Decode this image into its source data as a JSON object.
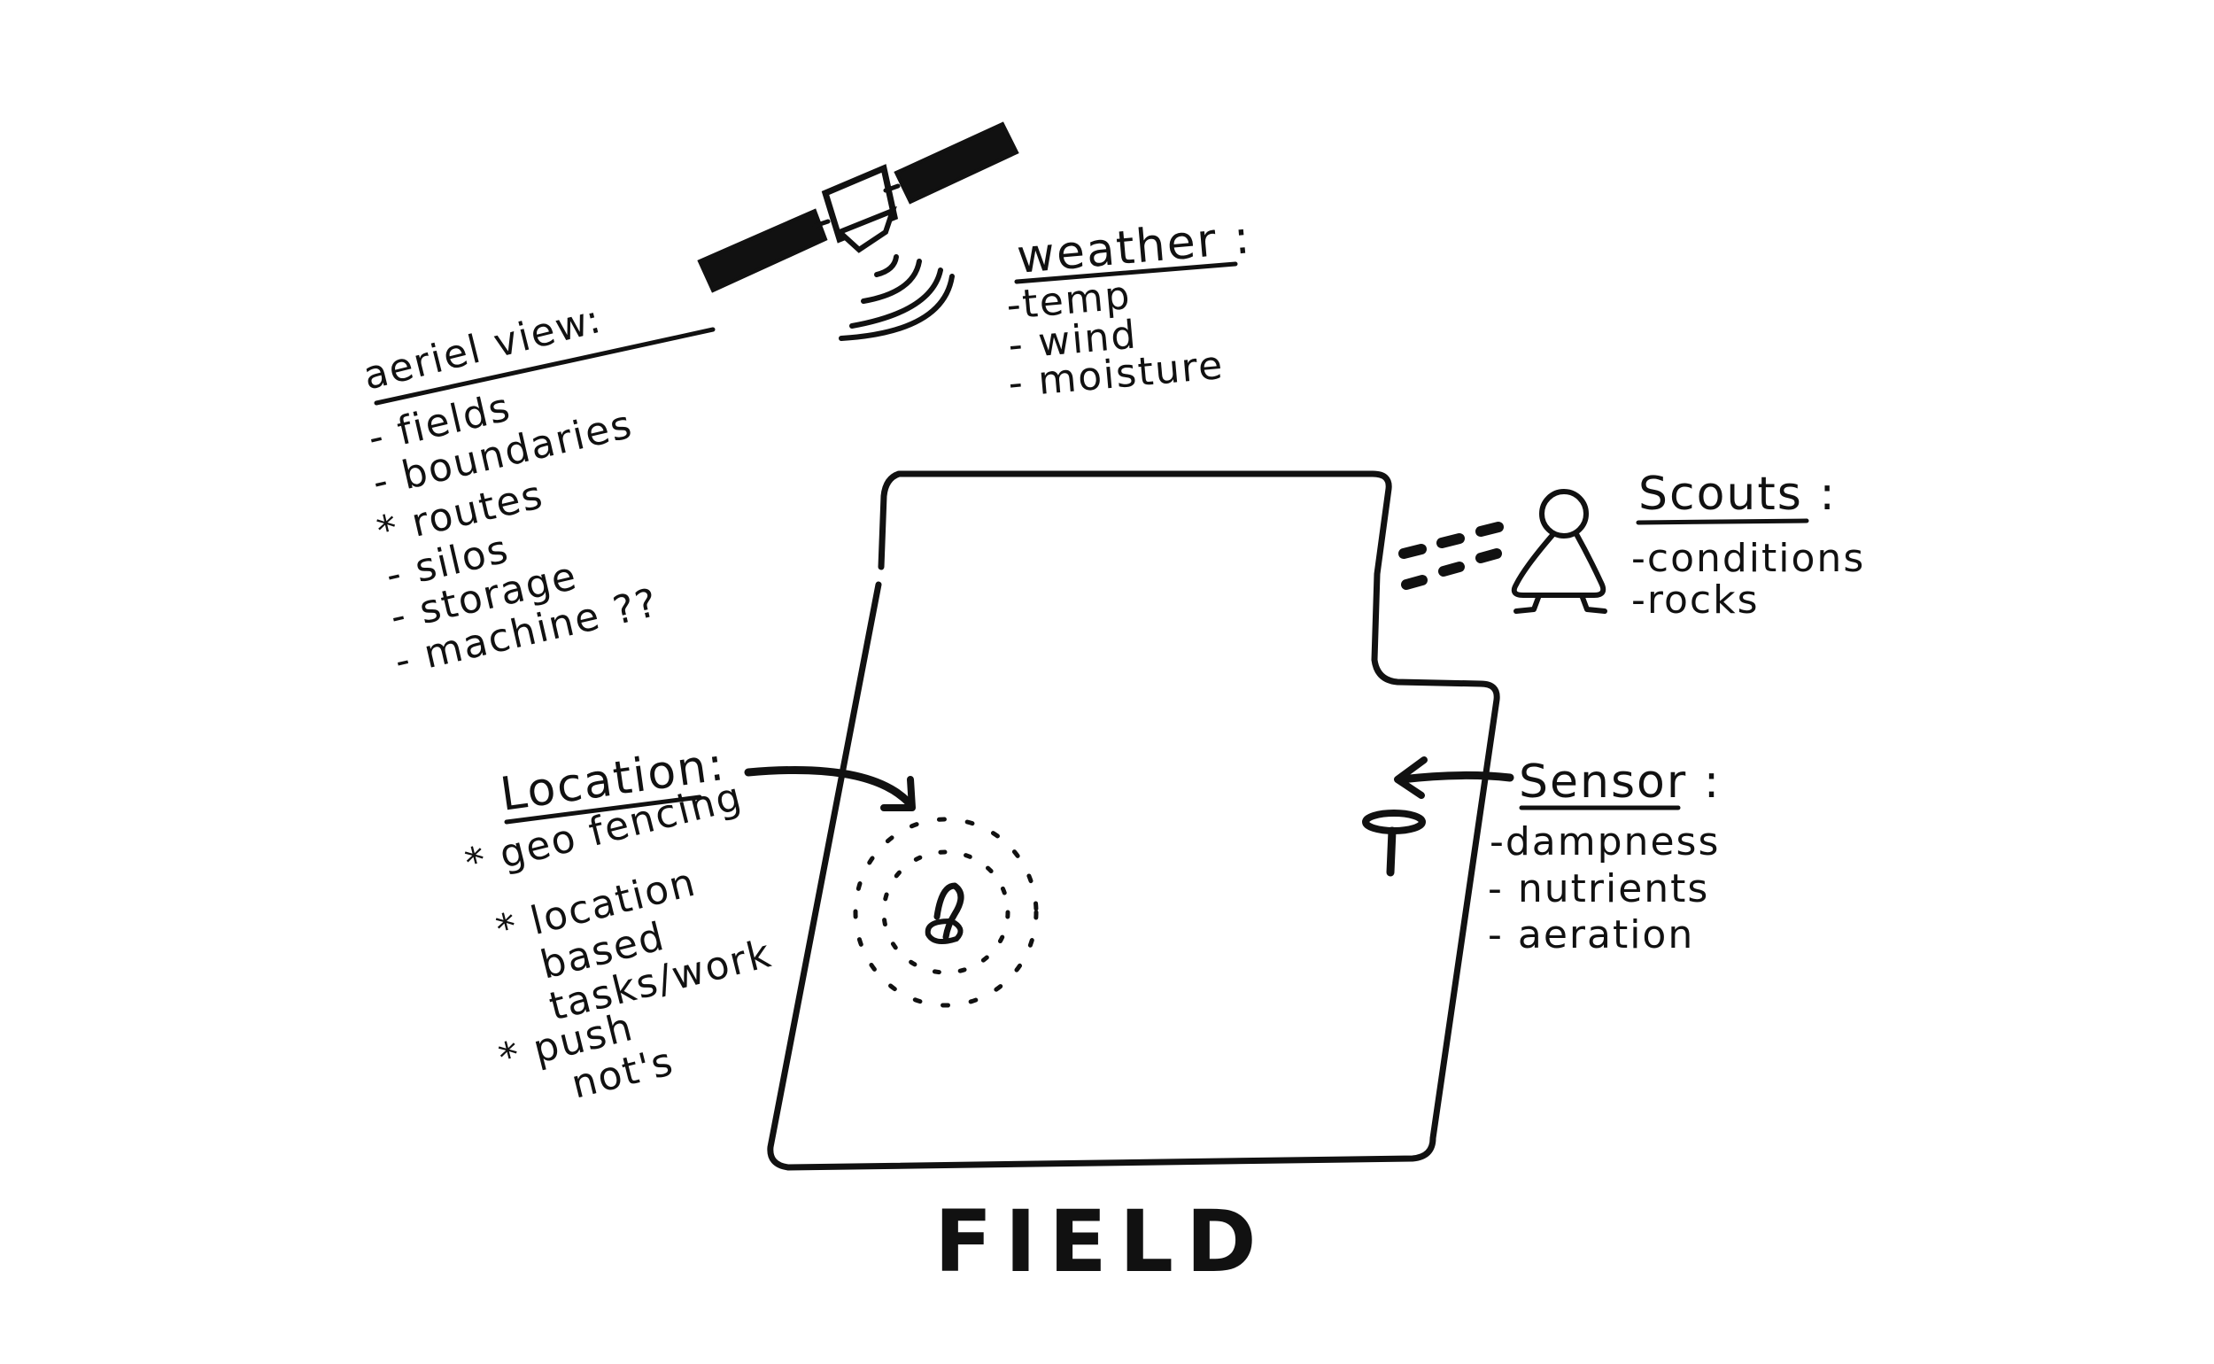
{
  "aerial": {
    "title": "aeriel view:",
    "items": [
      "- fields",
      "- boundaries",
      "* routes",
      "- silos",
      "- storage",
      "- machine ??"
    ]
  },
  "weather": {
    "title": "weather :",
    "items": [
      "-temp",
      "- wind",
      "- moisture"
    ]
  },
  "scouts": {
    "title": "Scouts :",
    "items": [
      "-conditions",
      "-rocks"
    ]
  },
  "location": {
    "title": "Location:",
    "items": [
      "* geo fencing",
      "* location",
      "based",
      "tasks/work",
      "* push",
      "not's"
    ]
  },
  "sensor": {
    "title": "Sensor :",
    "items": [
      "-dampness",
      "- nutrients",
      "- aeration"
    ]
  },
  "field": {
    "label": "FIELD"
  }
}
